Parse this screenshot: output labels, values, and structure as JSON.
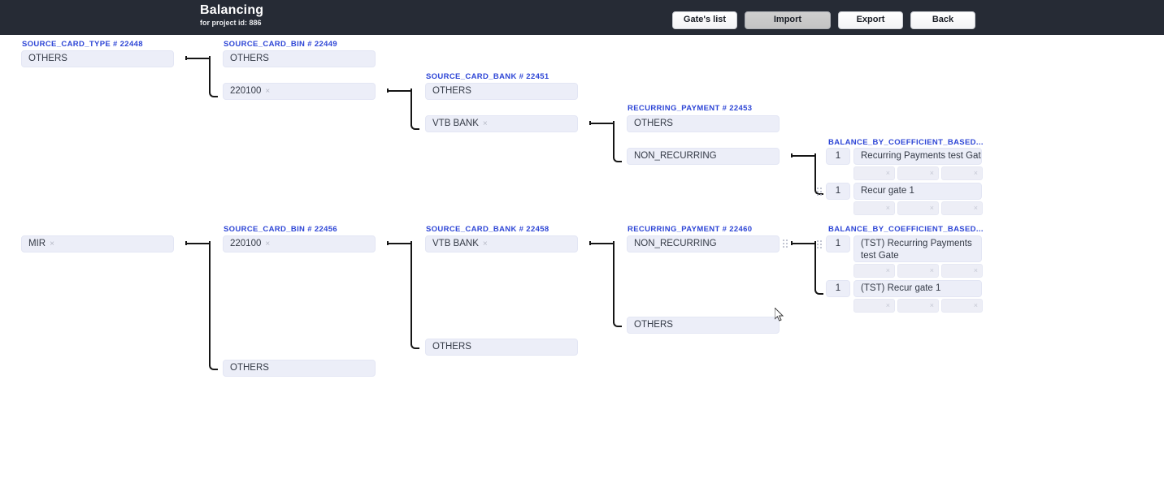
{
  "header": {
    "title": "Balancing",
    "subtitle": "for project id: 886",
    "buttons": [
      {
        "label": "Gate's list",
        "active": false
      },
      {
        "label": "Import",
        "active": true
      },
      {
        "label": "Export",
        "active": false
      },
      {
        "label": "Back",
        "active": false
      }
    ]
  },
  "colors": {
    "topbar_bg": "#262b35",
    "label_blue": "#2e46d6",
    "field_bg": "#eceef8",
    "connector": "#151515"
  },
  "labels": {
    "source_card_type_22448": "SOURCE_CARD_TYPE # 22448",
    "source_card_bin_22449": "SOURCE_CARD_BIN # 22449",
    "source_card_bank_22451": "SOURCE_CARD_BANK # 22451",
    "recurring_payment_22453": "RECURRING_PAYMENT # 22453",
    "balance_coeff_top": "BALANCE_BY_COEFFICIENT_BASED...",
    "source_card_bin_22456": "SOURCE_CARD_BIN # 22456",
    "source_card_bank_22458": "SOURCE_CARD_BANK # 22458",
    "recurring_payment_22460": "RECURRING_PAYMENT # 22460",
    "balance_coeff_bottom": "BALANCE_BY_COEFFICIENT_BASED..."
  },
  "fields": {
    "card_type_others": "OTHERS",
    "card_type_mir": "MIR",
    "bin_a_others": "OTHERS",
    "bin_a_220100": "220100",
    "bank_a_others": "OTHERS",
    "bank_a_vtb": "VTB BANK",
    "rec_a_others": "OTHERS",
    "rec_a_non_recurring": "NON_RECURRING",
    "bin_b_220100": "220100",
    "bin_b_others": "OTHERS",
    "bank_b_vtb": "VTB BANK",
    "bank_b_others": "OTHERS",
    "rec_b_non_recurring": "NON_RECURRING",
    "rec_b_others": "OTHERS"
  },
  "remove_icon": "×",
  "gates_top": [
    {
      "weight": "1",
      "name": "Recurring Payments test Gate",
      "subfields": [
        "",
        "",
        ""
      ]
    },
    {
      "weight": "1",
      "name": "Recur gate 1",
      "subfields": [
        "",
        "",
        ""
      ]
    }
  ],
  "gates_bottom": [
    {
      "weight": "1",
      "name": "(TST) Recurring Payments test Gate",
      "subfields": [
        "",
        "",
        ""
      ]
    },
    {
      "weight": "1",
      "name": "(TST) Recur gate 1",
      "subfields": [
        "",
        "",
        ""
      ]
    }
  ]
}
